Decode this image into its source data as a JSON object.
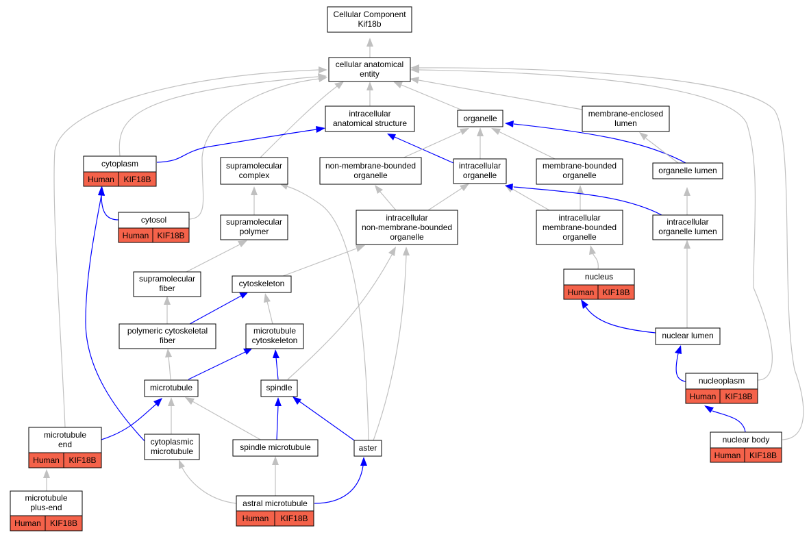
{
  "colors": {
    "is_a_edge": "#c0c0c0",
    "part_of_edge": "#0000ff",
    "annotation_fill": "#f4624a",
    "node_fill": "#ffffff"
  },
  "nodes": {
    "root": {
      "lines": [
        "Cellular Component",
        "Kif18b"
      ]
    },
    "cae": {
      "lines": [
        "cellular anatomical",
        "entity"
      ]
    },
    "ias": {
      "lines": [
        "intracellular",
        "anatomical structure"
      ]
    },
    "organelle": {
      "lines": [
        "organelle"
      ]
    },
    "mel": {
      "lines": [
        "membrane-enclosed",
        "lumen"
      ]
    },
    "cytoplasm": {
      "lines": [
        "cytoplasm"
      ],
      "annotation": [
        "Human",
        "KIF18B"
      ]
    },
    "smc": {
      "lines": [
        "supramolecular",
        "complex"
      ]
    },
    "nmbo": {
      "lines": [
        "non-membrane-bounded",
        "organelle"
      ]
    },
    "io": {
      "lines": [
        "intracellular",
        "organelle"
      ]
    },
    "mbo": {
      "lines": [
        "membrane-bounded",
        "organelle"
      ]
    },
    "ol": {
      "lines": [
        "organelle lumen"
      ]
    },
    "cytosol": {
      "lines": [
        "cytosol"
      ],
      "annotation": [
        "Human",
        "KIF18B"
      ]
    },
    "smp": {
      "lines": [
        "supramolecular",
        "polymer"
      ]
    },
    "inmbo": {
      "lines": [
        "intracellular",
        "non-membrane-bounded",
        "organelle"
      ]
    },
    "imbo": {
      "lines": [
        "intracellular",
        "membrane-bounded",
        "organelle"
      ]
    },
    "iol": {
      "lines": [
        "intracellular",
        "organelle lumen"
      ]
    },
    "smf": {
      "lines": [
        "supramolecular",
        "fiber"
      ]
    },
    "cytoskeleton": {
      "lines": [
        "cytoskeleton"
      ]
    },
    "nucleus": {
      "lines": [
        "nucleus"
      ],
      "annotation": [
        "Human",
        "KIF18B"
      ]
    },
    "pcf": {
      "lines": [
        "polymeric cytoskeletal",
        "fiber"
      ]
    },
    "mtc": {
      "lines": [
        "microtubule",
        "cytoskeleton"
      ]
    },
    "nl": {
      "lines": [
        "nuclear lumen"
      ]
    },
    "microtubule": {
      "lines": [
        "microtubule"
      ]
    },
    "spindle": {
      "lines": [
        "spindle"
      ]
    },
    "np": {
      "lines": [
        "nucleoplasm"
      ],
      "annotation": [
        "Human",
        "KIF18B"
      ]
    },
    "mte": {
      "lines": [
        "microtubule",
        "end"
      ],
      "annotation": [
        "Human",
        "KIF18B"
      ]
    },
    "cmt": {
      "lines": [
        "cytoplasmic",
        "microtubule"
      ]
    },
    "smt": {
      "lines": [
        "spindle microtubule"
      ]
    },
    "aster": {
      "lines": [
        "aster"
      ]
    },
    "nb": {
      "lines": [
        "nuclear body"
      ],
      "annotation": [
        "Human",
        "KIF18B"
      ]
    },
    "mtpe": {
      "lines": [
        "microtubule",
        "plus-end"
      ],
      "annotation": [
        "Human",
        "KIF18B"
      ]
    },
    "amt": {
      "lines": [
        "astral microtubule"
      ],
      "annotation": [
        "Human",
        "KIF18B"
      ]
    }
  }
}
